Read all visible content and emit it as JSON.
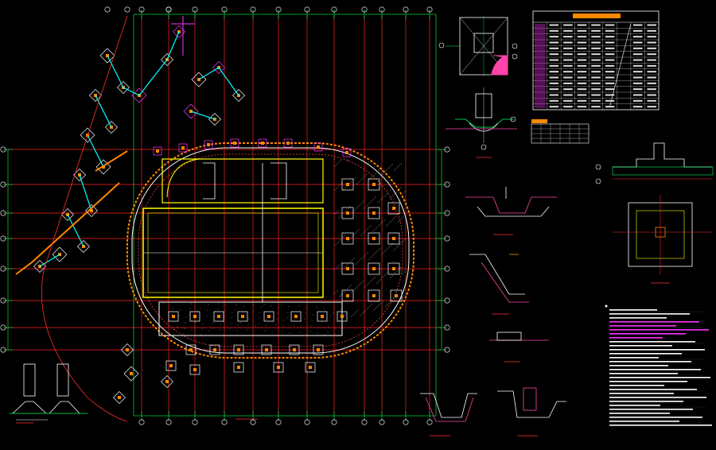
{
  "drawing": {
    "background": "#000000",
    "colors": {
      "axis": "#ff2020",
      "wall": "#ffffff",
      "field": "#ffff00",
      "dim": "#00ff66",
      "magenta": "#ff33ff",
      "orange": "#ff8800",
      "cyan": "#00ffff",
      "grid_green": "#00cc33"
    },
    "main_plan_caption": "",
    "pile_caption": "",
    "table_main": {
      "title": "",
      "rows": 15,
      "cols": 9
    },
    "table_small": {
      "title": "",
      "rows": 4,
      "cols": 6
    },
    "notes_heading": "",
    "notes_lines": 30,
    "section_titles": [
      "",
      "",
      "",
      "",
      "",
      ""
    ]
  }
}
